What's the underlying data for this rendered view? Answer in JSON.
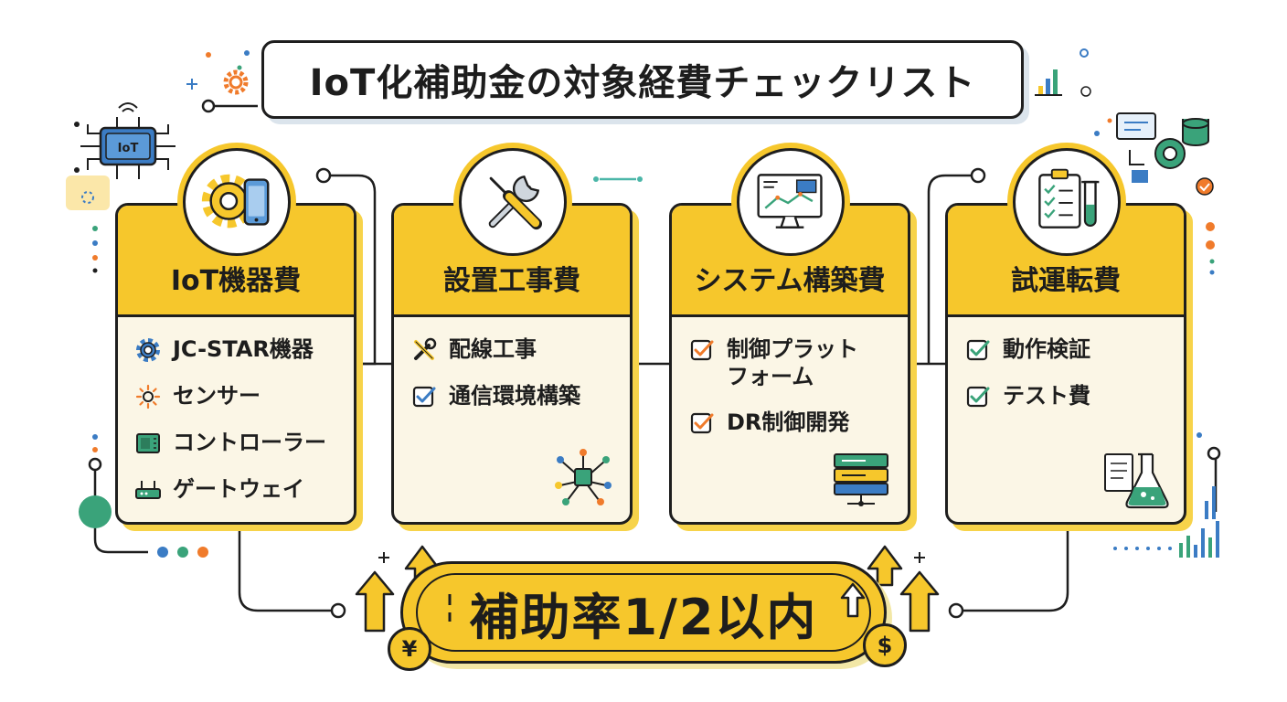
{
  "title": "IoT化補助金の対象経費チェックリスト",
  "colors": {
    "accent": "#f6c72c",
    "card_bg": "#fbf6e6",
    "ink": "#1e1e1e",
    "blue": "#3b7cc4",
    "green": "#3aa37a",
    "orange": "#f07b2b"
  },
  "iot_chip_label": "IoT",
  "cards": [
    {
      "title": "IoT機器費",
      "icon": "gear-smartphone-icon",
      "items": [
        {
          "label": "JC-STAR機器",
          "icon": "gear-icon"
        },
        {
          "label": "センサー",
          "icon": "sensor-icon"
        },
        {
          "label": "コントローラー",
          "icon": "controller-icon"
        },
        {
          "label": "ゲートウェイ",
          "icon": "gateway-icon"
        }
      ]
    },
    {
      "title": "設置工事費",
      "icon": "wrench-screwdriver-icon",
      "items": [
        {
          "label": "配線工事",
          "icon": "tools-icon"
        },
        {
          "label": "通信環境構築",
          "icon": "checkbox-icon"
        }
      ]
    },
    {
      "title": "システム構築費",
      "icon": "monitor-dashboard-icon",
      "items": [
        {
          "label": "制御プラットフォーム",
          "line1": "制御プラット",
          "line2": "フォーム",
          "icon": "checkbox-icon"
        },
        {
          "label": "DR制御開発",
          "icon": "checkbox-icon"
        }
      ]
    },
    {
      "title": "試運転費",
      "icon": "clipboard-testtube-icon",
      "items": [
        {
          "label": "動作検証",
          "icon": "checkbox-icon"
        },
        {
          "label": "テスト費",
          "icon": "checkbox-icon"
        }
      ]
    }
  ],
  "subsidy": {
    "label": "補助率1/2以内",
    "coin_left": "¥",
    "coin_right": "$"
  }
}
